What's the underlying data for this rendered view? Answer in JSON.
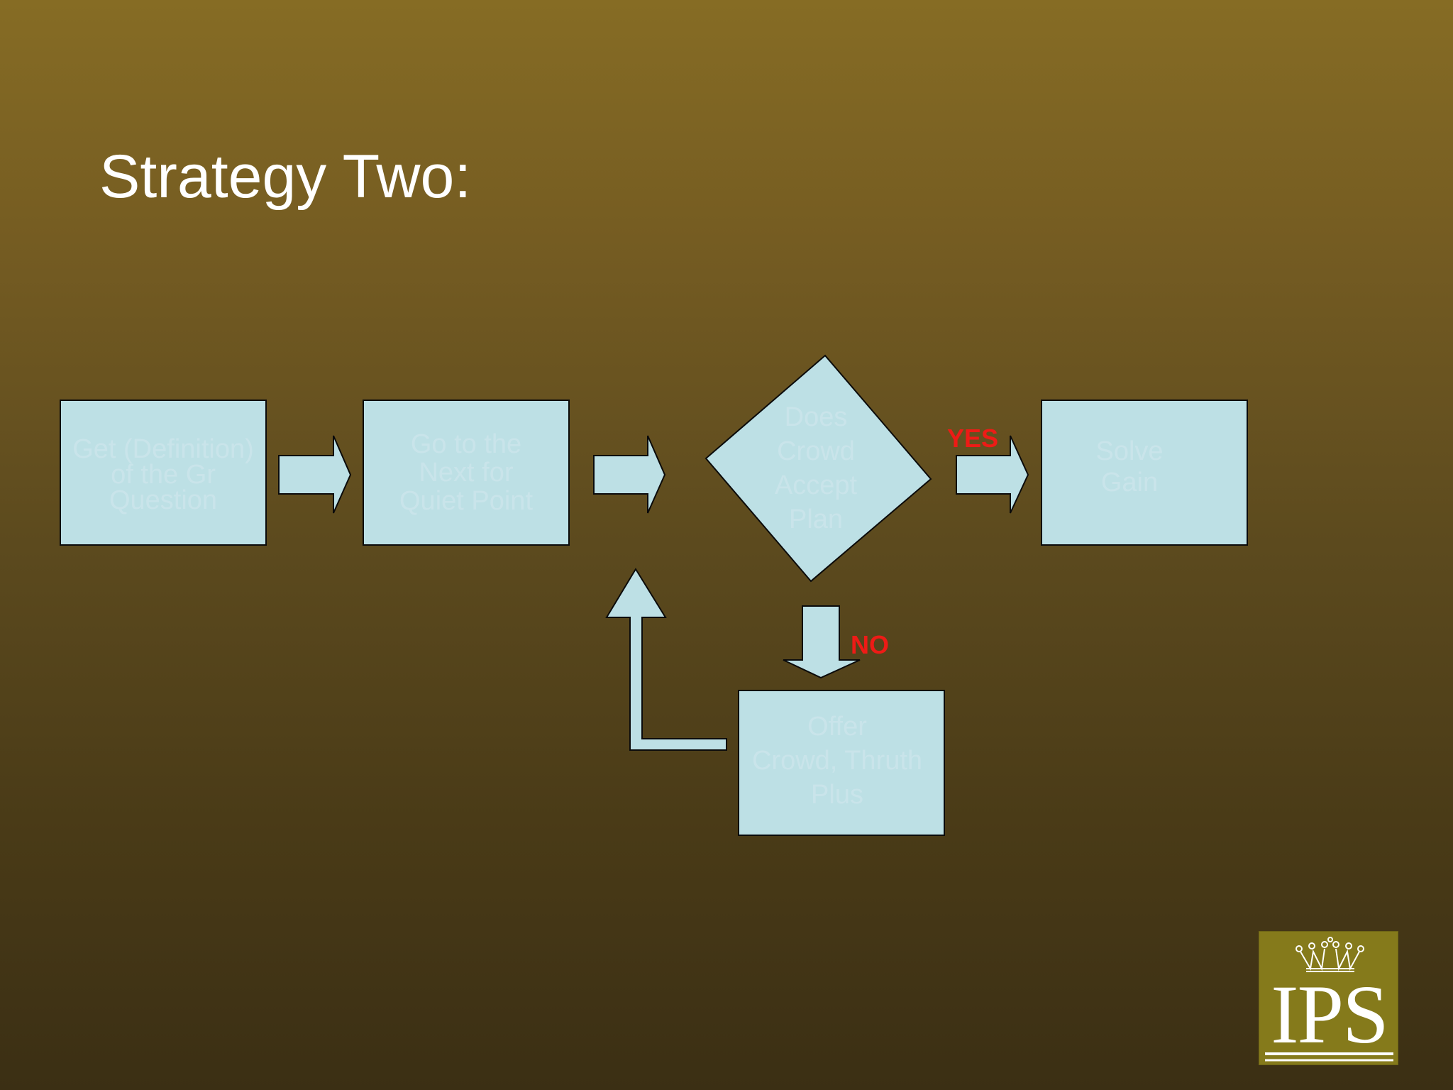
{
  "slide": {
    "title": "Strategy Two:",
    "background_top": "#866c24",
    "background_bottom": "#3b2f14"
  },
  "diagram": {
    "shape_fill": "#bde0e5",
    "shape_stroke": "#0b0b0b",
    "label_color": "#c9e4ea",
    "edge_label_color": "#ee1b16",
    "nodes": [
      {
        "id": "step1",
        "shape": "rect",
        "lines": [
          "Get (Definition)",
          "of the Gr",
          "Question"
        ]
      },
      {
        "id": "step2",
        "shape": "rect",
        "lines": [
          "Go to the",
          "Next for",
          "Quiet Point"
        ]
      },
      {
        "id": "decision",
        "shape": "diamond",
        "lines": [
          "Does",
          "Crowd",
          "Accept",
          "Plan"
        ]
      },
      {
        "id": "yes_result",
        "shape": "rect",
        "lines": [
          "Solve",
          "Gain"
        ]
      },
      {
        "id": "no_result",
        "shape": "rect",
        "lines": [
          "Offer",
          "Crowd, Thruth",
          "Plus"
        ]
      }
    ],
    "edges": [
      {
        "from": "step1",
        "to": "step2",
        "label": ""
      },
      {
        "from": "step2",
        "to": "decision",
        "label": ""
      },
      {
        "from": "decision",
        "to": "yes_result",
        "label": "YES"
      },
      {
        "from": "decision",
        "to": "no_result",
        "label": "NO"
      },
      {
        "from": "no_result",
        "to": "decision",
        "label": ""
      }
    ]
  },
  "logo": {
    "text": "IPS",
    "icon": "crown-icon",
    "background": "#857a1b"
  }
}
